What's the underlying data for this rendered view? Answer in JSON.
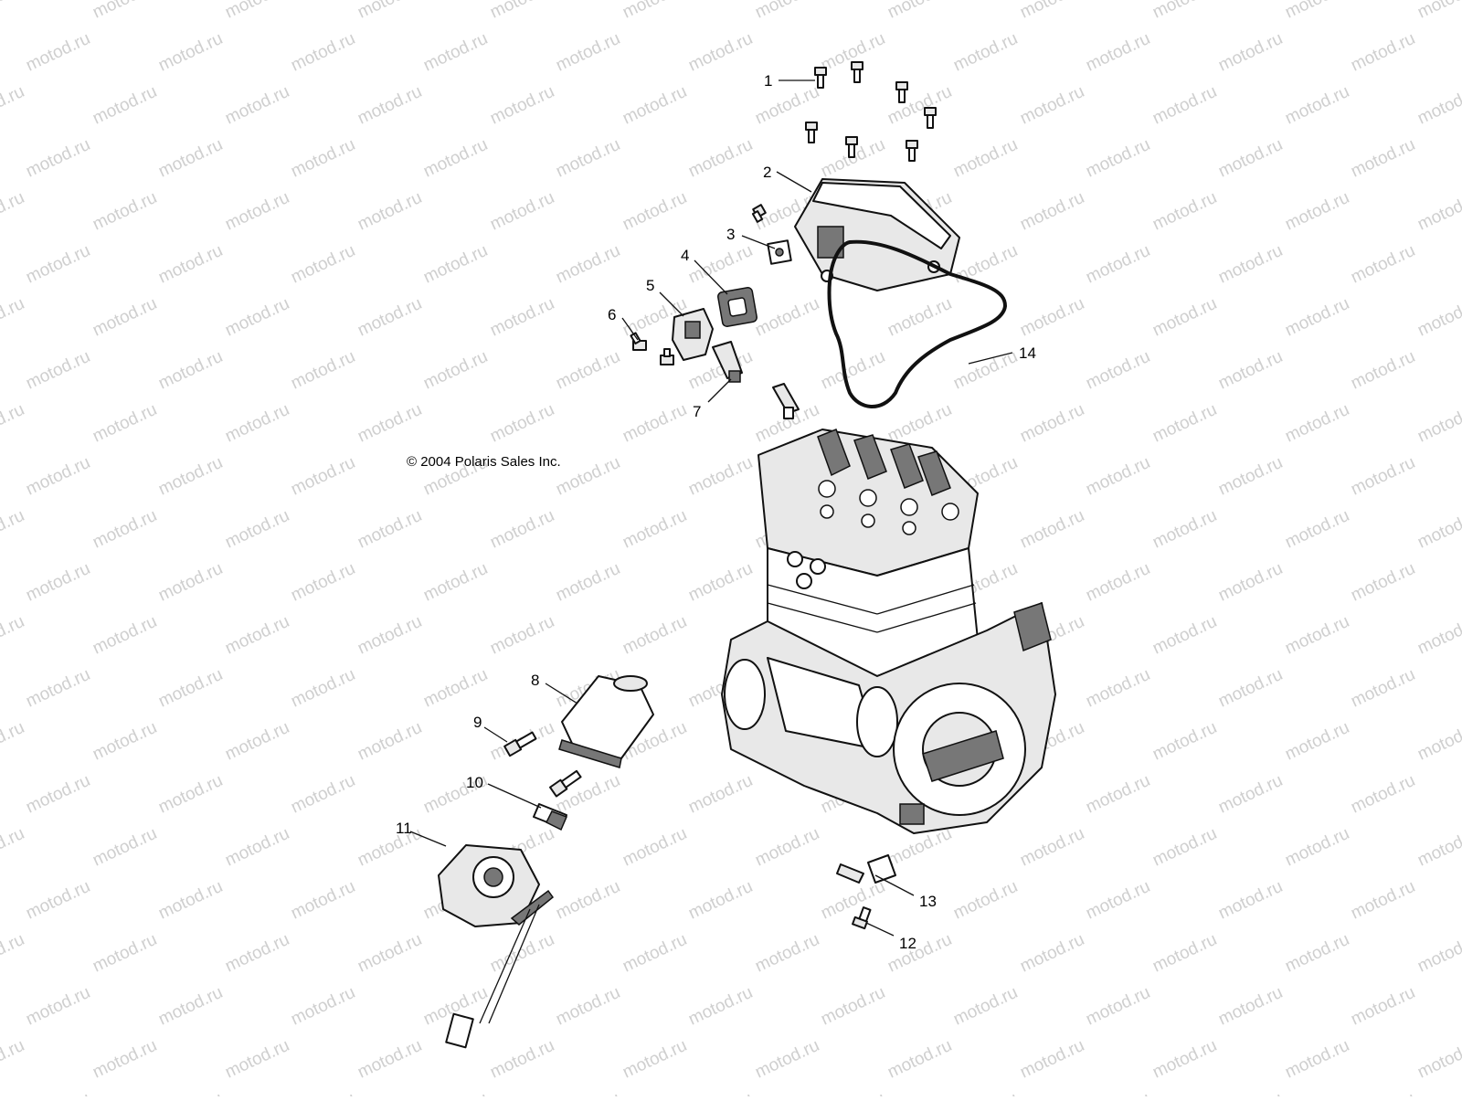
{
  "watermark": "motod.ru",
  "copyright": "© 2004 Polaris Sales Inc.",
  "callouts": [
    {
      "label": "1",
      "part": "bolt"
    },
    {
      "label": "2",
      "part": "valve-cover"
    },
    {
      "label": "3",
      "part": "plate"
    },
    {
      "label": "4",
      "part": "gasket"
    },
    {
      "label": "5",
      "part": "sensor-housing"
    },
    {
      "label": "6",
      "part": "screw"
    },
    {
      "label": "7",
      "part": "sensor"
    },
    {
      "label": "8",
      "part": "intake-boot"
    },
    {
      "label": "9",
      "part": "bolt"
    },
    {
      "label": "10",
      "part": "stud"
    },
    {
      "label": "11",
      "part": "throttle-body"
    },
    {
      "label": "12",
      "part": "screw"
    },
    {
      "label": "13",
      "part": "sensor"
    },
    {
      "label": "14",
      "part": "cover-gasket"
    }
  ]
}
